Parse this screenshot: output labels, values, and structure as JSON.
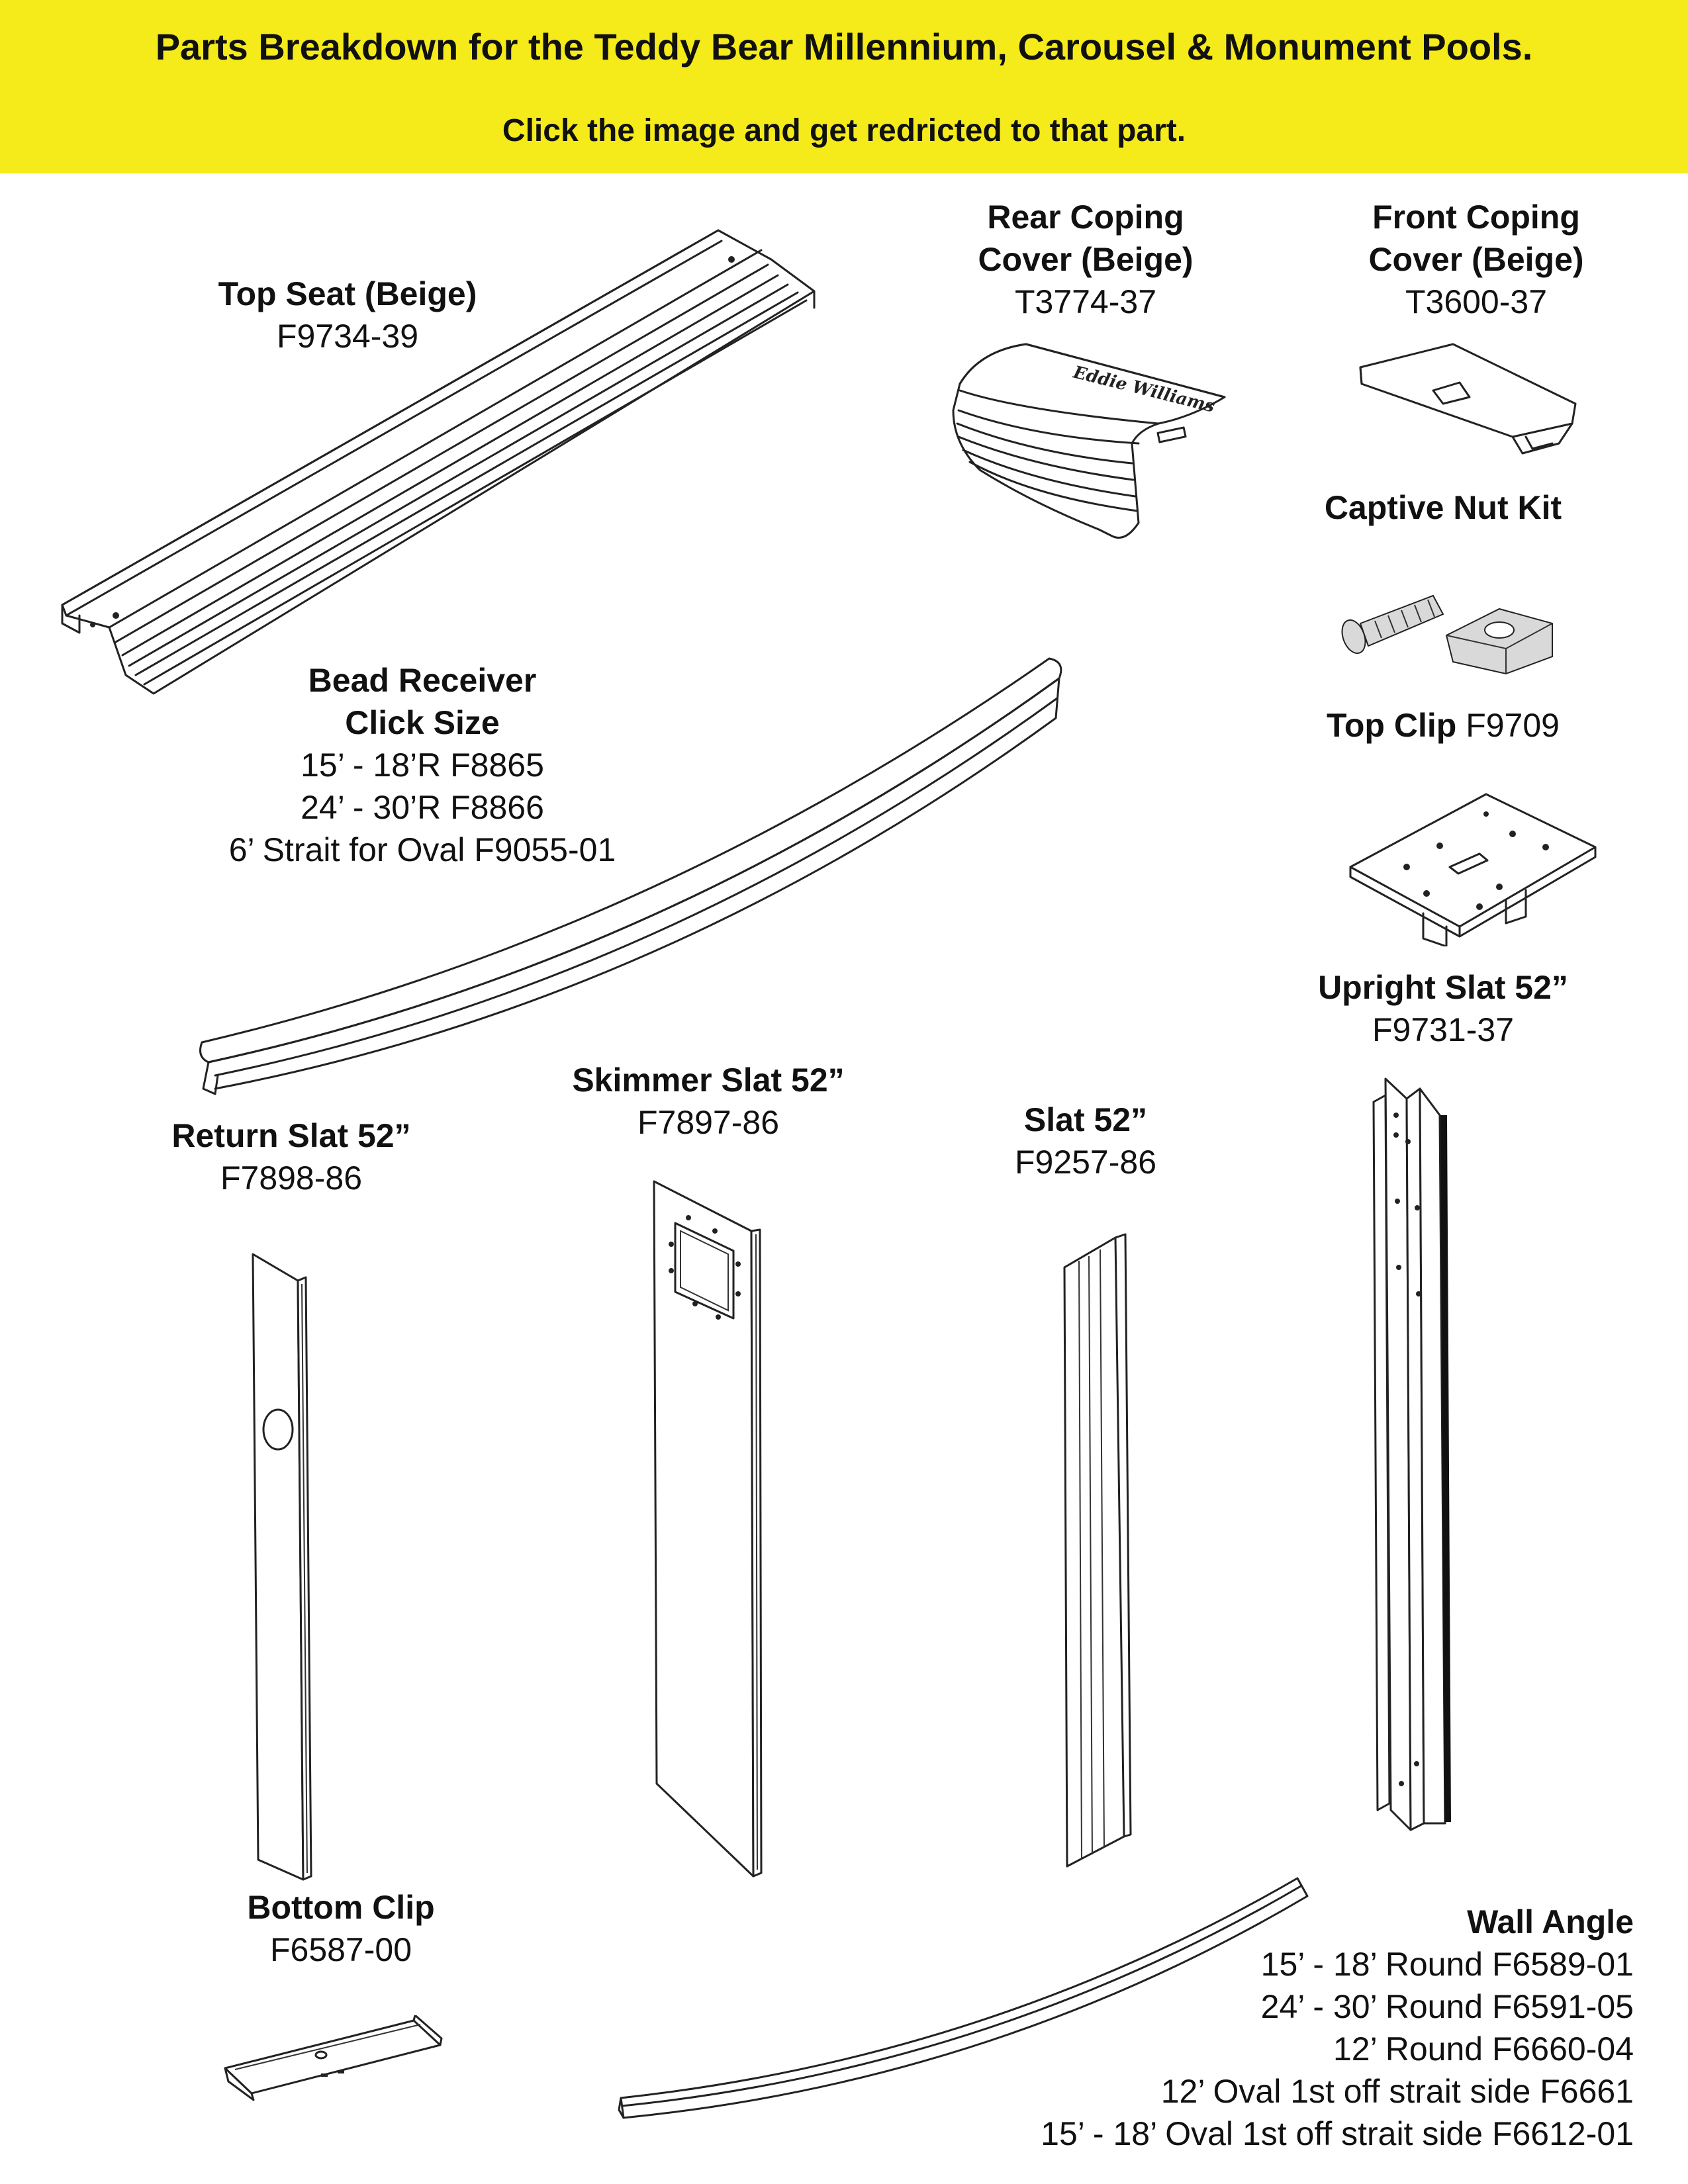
{
  "header": {
    "title": "Parts Breakdown for the Teddy Bear Millennium, Carousel & Monument Pools.",
    "subtitle": "Click the image and get redricted to that part."
  },
  "parts": {
    "top_seat": {
      "name": "Top Seat (Beige)",
      "lines": [
        "F9734-39"
      ]
    },
    "rear_coping": {
      "name_lines": [
        "Rear Coping",
        "Cover (Beige)"
      ],
      "lines": [
        "T3774-37"
      ],
      "logo_text": "Eddie Williams"
    },
    "front_coping": {
      "name_lines": [
        "Front Coping",
        "Cover (Beige)"
      ],
      "lines": [
        "T3600-37"
      ]
    },
    "captive_nut": {
      "name": "Captive Nut Kit"
    },
    "top_clip": {
      "name": "Top Clip",
      "code": "F9709"
    },
    "bead_receiver": {
      "name_lines": [
        "Bead Receiver",
        "Click Size"
      ],
      "lines": [
        "15’ - 18’R F8865",
        "24’ - 30’R F8866",
        "6’ Strait for Oval F9055-01"
      ]
    },
    "upright_slat": {
      "name": "Upright Slat 52”",
      "lines": [
        "F9731-37"
      ]
    },
    "skimmer_slat": {
      "name": "Skimmer Slat 52”",
      "lines": [
        "F7897-86"
      ]
    },
    "slat": {
      "name": "Slat 52”",
      "lines": [
        "F9257-86"
      ]
    },
    "return_slat": {
      "name": "Return Slat 52”",
      "lines": [
        "F7898-86"
      ]
    },
    "bottom_clip": {
      "name": "Bottom Clip",
      "lines": [
        "F6587-00"
      ]
    },
    "wall_angle": {
      "name": "Wall Angle",
      "lines": [
        "15’ - 18’ Round F6589-01",
        "24’ - 30’ Round F6591-05",
        "12’ Round F6660-04",
        "12’ Oval 1st off strait side F6661",
        "15’ - 18’ Oval 1st off strait side F6612-01"
      ]
    }
  },
  "colors": {
    "banner": "#f5eb1a",
    "text": "#111111",
    "line_art": "#222222"
  }
}
